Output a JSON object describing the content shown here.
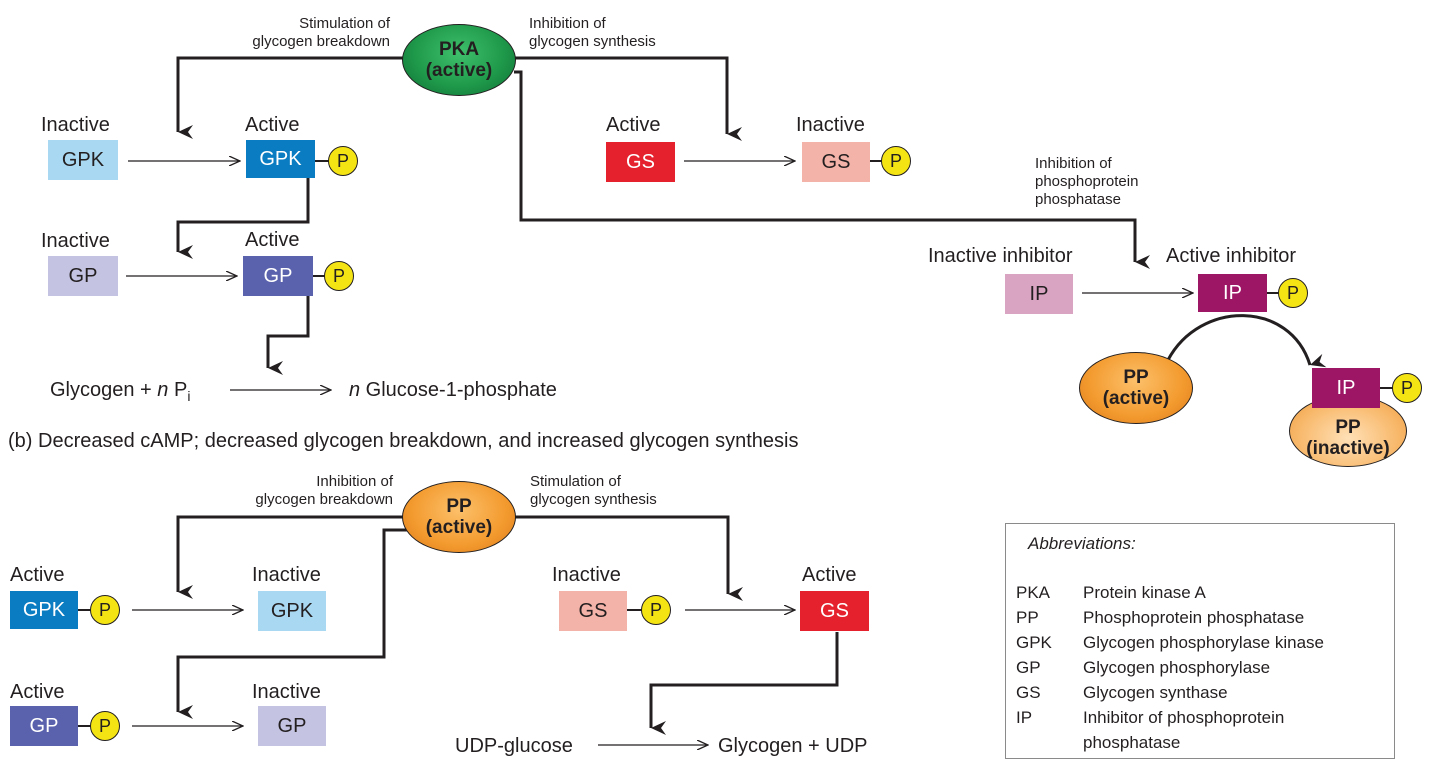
{
  "panel_a": {
    "pka_line1": "PKA",
    "pka_line2": "(active)",
    "stim_breakdown_1": "Stimulation of",
    "stim_breakdown_2": "glycogen breakdown",
    "inhib_synthesis_1": "Inhibition of",
    "inhib_synthesis_2": "glycogen synthesis",
    "inhib_pp_1": "Inhibition of",
    "inhib_pp_2": "phosphoprotein",
    "inhib_pp_3": "phosphatase",
    "gpk_inactive_label": "Inactive",
    "gpk_active_label": "Active",
    "gpk": "GPK",
    "gp_inactive_label": "Inactive",
    "gp_active_label": "Active",
    "gp": "GP",
    "gs_active_label": "Active",
    "gs_inactive_label": "Inactive",
    "gs": "GS",
    "ip_inactive_label": "Inactive inhibitor",
    "ip_active_label": "Active inhibitor",
    "ip": "IP",
    "pp_active_1": "PP",
    "pp_active_2": "(active)",
    "pp_inactive_1": "PP",
    "pp_inactive_2": "(inactive)",
    "phosphate": "P",
    "glycogen_reaction_left": "Glycogen + ",
    "glycogen_reaction_n": "n",
    "glycogen_reaction_pi": " P",
    "glycogen_reaction_sub": "i",
    "glycogen_reaction_right_n": "n",
    "glycogen_reaction_right": " Glucose-1-phosphate"
  },
  "panel_b": {
    "caption": "(b)  Decreased cAMP; decreased glycogen breakdown, and increased glycogen synthesis",
    "pp_line1": "PP",
    "pp_line2": "(active)",
    "inhib_breakdown_1": "Inhibition of",
    "inhib_breakdown_2": "glycogen breakdown",
    "stim_synthesis_1": "Stimulation of",
    "stim_synthesis_2": "glycogen synthesis",
    "gpk_active_label": "Active",
    "gpk_inactive_label": "Inactive",
    "gpk": "GPK",
    "gp_active_label": "Active",
    "gp_inactive_label": "Inactive",
    "gp": "GP",
    "gs_inactive_label": "Inactive",
    "gs_active_label": "Active",
    "gs": "GS",
    "phosphate": "P",
    "udp_left": "UDP-glucose",
    "udp_right": "Glycogen + UDP"
  },
  "abbreviations": {
    "title": "Abbreviations:",
    "items": [
      {
        "code": "PKA",
        "name": "Protein kinase A"
      },
      {
        "code": "PP",
        "name": "Phosphoprotein phosphatase"
      },
      {
        "code": "GPK",
        "name": "Glycogen phosphorylase kinase"
      },
      {
        "code": "GP",
        "name": "Glycogen phosphorylase"
      },
      {
        "code": "GS",
        "name": "Glycogen synthase"
      },
      {
        "code": "IP",
        "name": "Inhibitor of phosphoprotein phosphatase"
      }
    ]
  },
  "colors": {
    "gpk_active": "#0a7dc2",
    "gpk_inactive": "#a9d8f2",
    "gp_active": "#5a62ad",
    "gp_inactive": "#c4c3e2",
    "gs_active": "#e4212c",
    "gs_inactive": "#f4b3a8",
    "ip_active": "#9d1565",
    "ip_inactive": "#d8a4c2",
    "pka": "#1f9a4b",
    "pp": "#f39a2e",
    "phosphate": "#f5e414"
  }
}
